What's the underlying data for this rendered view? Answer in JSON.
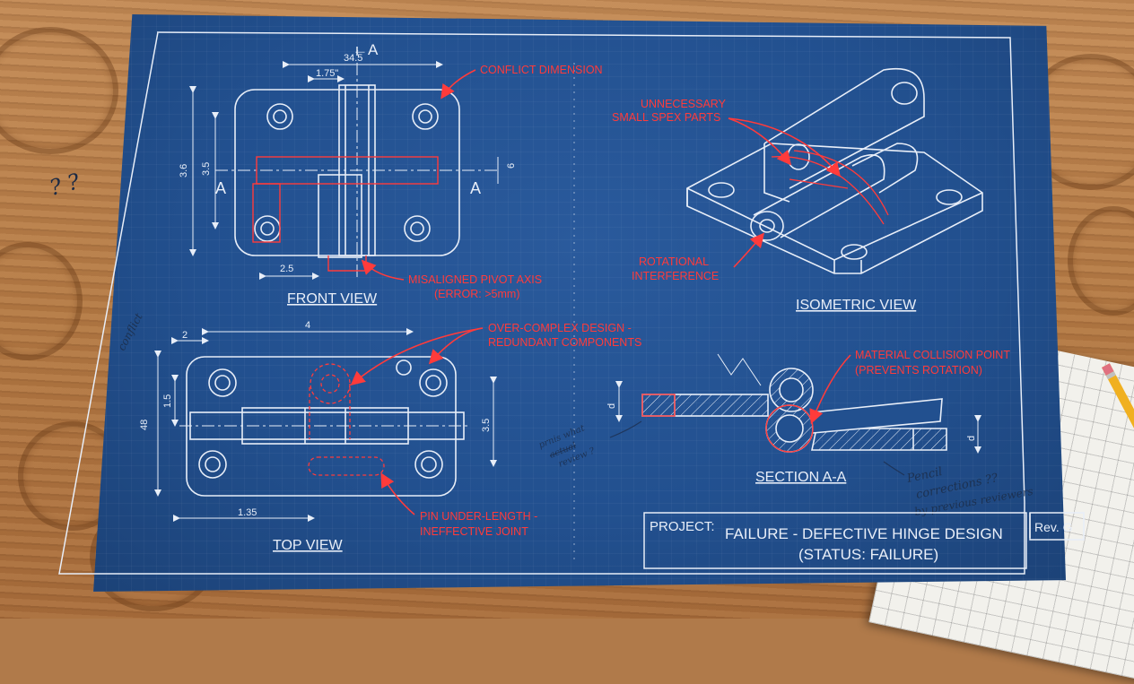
{
  "views": {
    "front": "FRONT VIEW",
    "top": "TOP VIEW",
    "isometric": "ISOMETRIC VIEW",
    "section": "SECTION A-A"
  },
  "dimensions": {
    "section_arrow_top": "←A",
    "section_left": "A",
    "section_right": "A",
    "d_345": "34.5",
    "d_175": "1.75\"",
    "d_36": "3.6",
    "d_35_front": "3.5",
    "d_6": "6",
    "d_25": "2.5",
    "d_2": "2",
    "d_4": "4",
    "d_15": "1.5",
    "d_48": "48",
    "d_35_top": "3.5",
    "d_135": "1.35",
    "d_left": "d",
    "d_right": "d"
  },
  "annotations": {
    "conflict_dimension": "CONFLICT DIMENSION",
    "unnecessary_1": "UNNECESSARY",
    "unnecessary_2": "SMALL SPEX PARTS",
    "misaligned_1": "MISALIGNED PIVOT AXIS",
    "misaligned_2": "(ERROR: >5mm)",
    "rotational_1": "ROTATIONAL",
    "rotational_2": "INTERFERENCE",
    "overcomplex_1": "OVER-COMPLEX DESIGN -",
    "overcomplex_2": "REDUNDANT COMPONENTS",
    "collision_1": "MATERIAL COLLISION POINT",
    "collision_2": "(PREVENTS ROTATION)",
    "pin_1": "PIN UNDER-LENGTH -",
    "pin_2": "INEFFECTIVE JOINT"
  },
  "handwriting": {
    "question_marks": "? ?",
    "conflict": "conflict",
    "prev_1": "prnis what",
    "prev_strike": "actual",
    "prev_2": "review ?",
    "pencil_1": "Pencil",
    "pencil_2": "corrections ??",
    "pencil_3": "by previous reviewers"
  },
  "title_block": {
    "project_label": "PROJECT:",
    "title_line1": "FAILURE - DEFECTIVE HINGE DESIGN",
    "title_line2": "(STATUS: FAILURE)",
    "revision": "Rev. G"
  },
  "colors": {
    "blueprint": "#22508f",
    "line": "#e8eef8",
    "error": "#ff3b3b",
    "wood": "#b47a45"
  }
}
